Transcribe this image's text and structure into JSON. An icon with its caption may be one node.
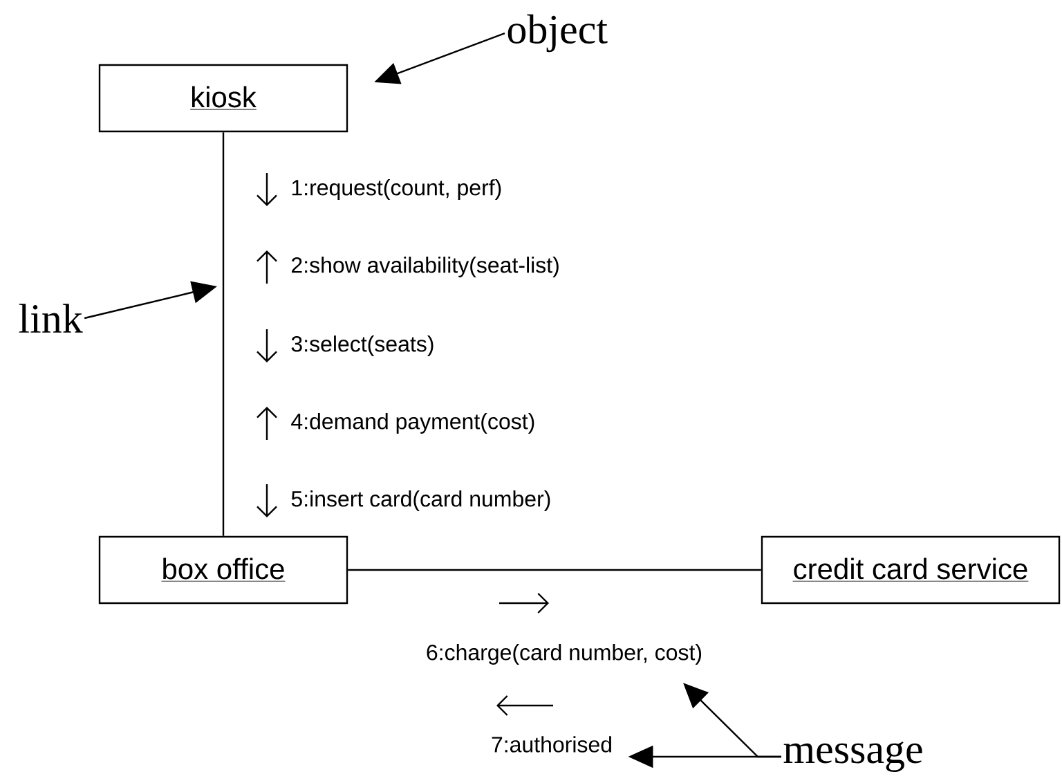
{
  "diagram": {
    "nodes": [
      {
        "text": [
          "kiosk"
        ]
      },
      {
        "text": [
          "box office"
        ]
      },
      {
        "text": [
          "credit card service"
        ]
      },
      {
        "text": [
          "object"
        ]
      },
      {
        "text": [
          "link"
        ]
      },
      {
        "text": [
          "message"
        ]
      },
      {
        "text": [
          "1:request(count, perf)"
        ]
      },
      {
        "text": [
          "2:show availability(seat-list)"
        ]
      },
      {
        "text": [
          "3:select(seats)"
        ]
      },
      {
        "text": [
          "4:demand payment(cost)"
        ]
      },
      {
        "text": [
          "5:insert card(card number)"
        ]
      },
      {
        "text": [
          "6:charge(card number, cost)"
        ]
      },
      {
        "text": [
          "7:authorised"
        ]
      }
    ],
    "edges": [
      {
        "from": 0,
        "to": 1,
        "arrow": "none"
      },
      {
        "from": 1,
        "to": 2,
        "arrow": "none"
      },
      {
        "from": 3,
        "to": 0,
        "arrow": "to"
      },
      {
        "from": 4,
        "to": null,
        "arrow": "to"
      },
      {
        "from": 5,
        "to": 11,
        "arrow": "to"
      },
      {
        "from": 5,
        "to": 12,
        "arrow": "to"
      }
    ]
  }
}
